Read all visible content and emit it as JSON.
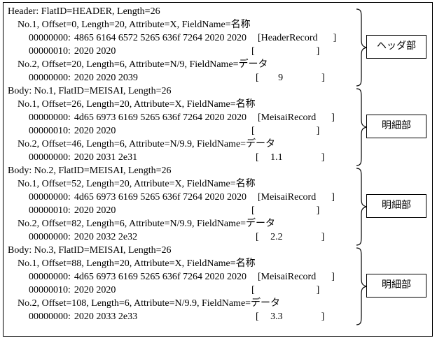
{
  "sections": [
    {
      "title": "Header: FlatID=HEADER, Length=26",
      "box_label": "ヘッダ部",
      "field1": "No.1, Offset=0, Length=20, Attribute=X, FieldName=名称",
      "dump1a": {
        "addr": "00000000:",
        "hex": "4865 6164 6572 5265 636f 7264 2020 2020",
        "ascii": "[HeaderRecord    ]"
      },
      "dump1b": {
        "addr": "00000010:",
        "hex": "2020 2020",
        "ascii": "[                ]"
      },
      "field2": "No.2, Offset=20, Length=6, Attribute=N/9, FieldName=データ",
      "dump2": {
        "addr": "00000000:",
        "hex": "2020 2020 2039",
        "ascii": "[     9          ]"
      }
    },
    {
      "title": "Body: No.1, FlatID=MEISAI, Length=26",
      "box_label": "明細部",
      "field1": "No.1, Offset=26, Length=20, Attribute=X, FieldName=名称",
      "dump1a": {
        "addr": "00000000:",
        "hex": "4d65 6973 6169 5265 636f 7264 2020 2020",
        "ascii": "[MeisaiRecord    ]"
      },
      "dump1b": {
        "addr": "00000010:",
        "hex": "2020 2020",
        "ascii": "[                ]"
      },
      "field2": "No.2, Offset=46, Length=6, Attribute=N/9.9, FieldName=データ",
      "dump2": {
        "addr": "00000000:",
        "hex": "2020 2031 2e31",
        "ascii": "[   1.1          ]"
      }
    },
    {
      "title": "Body: No.2, FlatID=MEISAI, Length=26",
      "box_label": "明細部",
      "field1": "No.1, Offset=52, Length=20, Attribute=X, FieldName=名称",
      "dump1a": {
        "addr": "00000000:",
        "hex": "4d65 6973 6169 5265 636f 7264 2020 2020",
        "ascii": "[MeisaiRecord    ]"
      },
      "dump1b": {
        "addr": "00000010:",
        "hex": "2020 2020",
        "ascii": "[                ]"
      },
      "field2": "No.2, Offset=82, Length=6, Attribute=N/9.9, FieldName=データ",
      "dump2": {
        "addr": "00000000:",
        "hex": "2020 2032 2e32",
        "ascii": "[   2.2          ]"
      }
    },
    {
      "title": "Body: No.3, FlatID=MEISAI, Length=26",
      "box_label": "明細部",
      "field1": "No.1, Offset=88, Length=20, Attribute=X, FieldName=名称",
      "dump1a": {
        "addr": "00000000:",
        "hex": "4d65 6973 6169 5265 636f 7264 2020 2020",
        "ascii": "[MeisaiRecord    ]"
      },
      "dump1b": {
        "addr": "00000010:",
        "hex": "2020 2020",
        "ascii": "[                ]"
      },
      "field2": "No.2, Offset=108, Length=6, Attribute=N/9.9, FieldName=データ",
      "dump2": {
        "addr": "00000000:",
        "hex": "2020 2033 2e33",
        "ascii": "[   3.3          ]"
      }
    }
  ],
  "colors": {
    "ink": "#000000",
    "paper": "#ffffff"
  }
}
